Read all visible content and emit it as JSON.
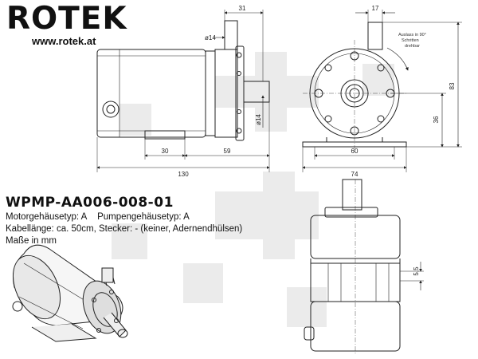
{
  "brand": {
    "logo": "ROTEK",
    "url": "www.rotek.at"
  },
  "product": {
    "model": "WPMP-AA006-008-01",
    "motor_housing": "Motorgehäusetyp: A",
    "pump_housing": "Pumpengehäusetyp: A",
    "cable": "Kabellänge: ca. 50cm, Stecker: - (keiner, Adernendhülsen)",
    "units": "Maße in mm"
  },
  "dimensions": {
    "side": {
      "d31": "31",
      "d14a": "ø14",
      "d14b": "ø14",
      "d30": "30",
      "d59": "59",
      "d130": "130"
    },
    "front": {
      "d17": "17",
      "d83": "83",
      "d36": "36",
      "d60": "60",
      "d74": "74"
    },
    "top": {
      "d55": "5,5"
    }
  },
  "notes": {
    "outlet_l1": "Auslass in 90°",
    "outlet_l2": "Schritten",
    "outlet_l3": "drehbar"
  },
  "colors": {
    "line": "#222222",
    "watermark": "#ebebeb"
  }
}
